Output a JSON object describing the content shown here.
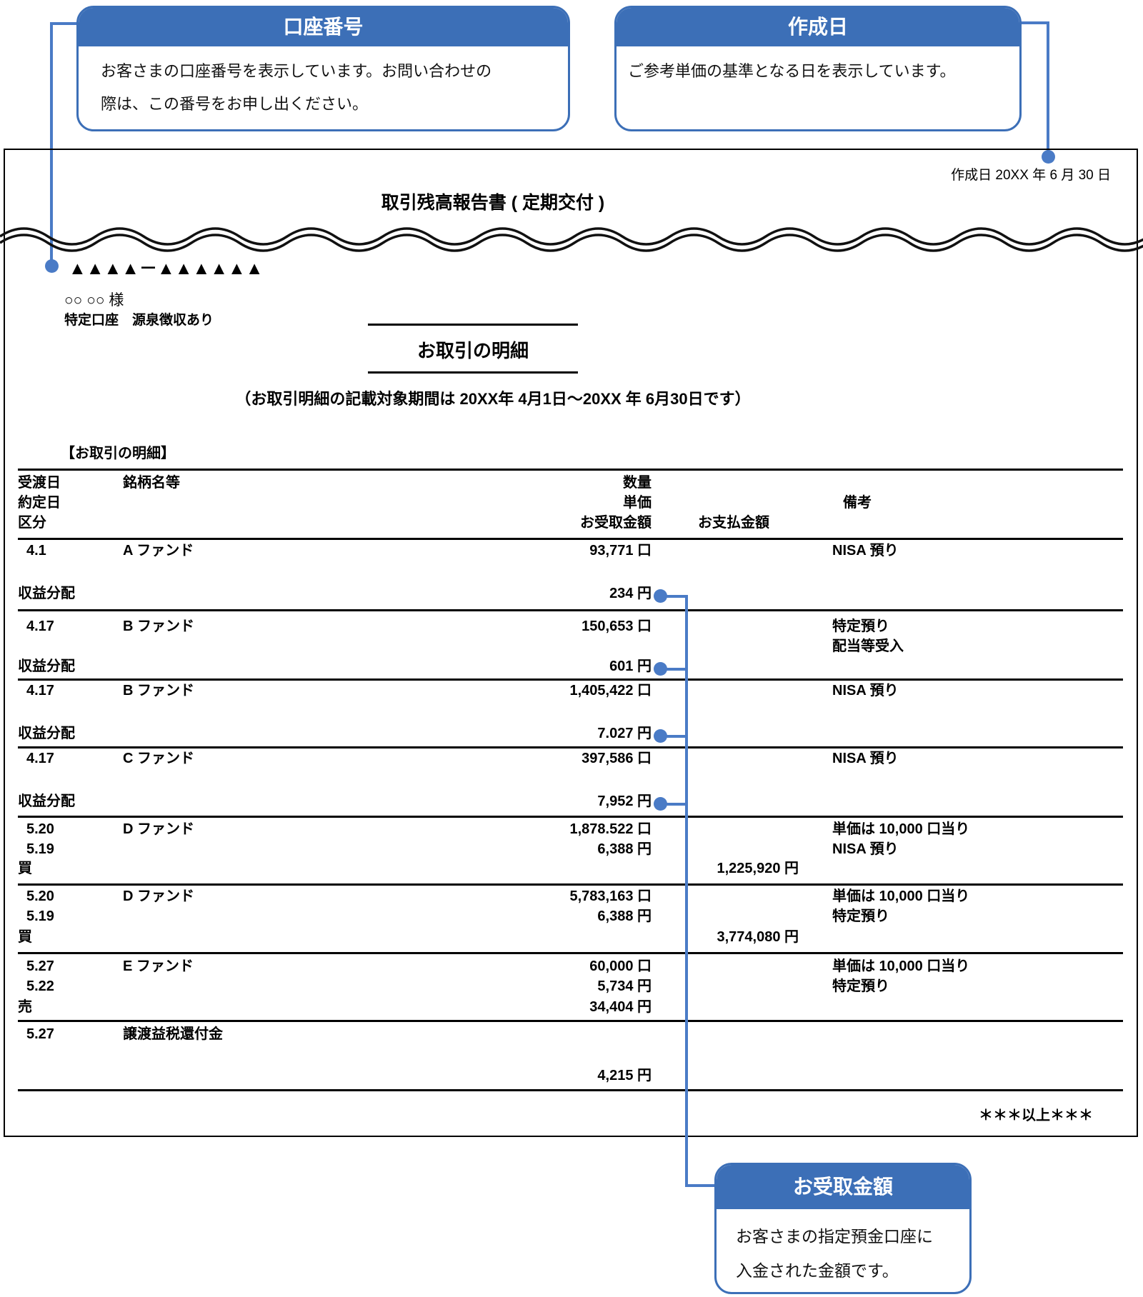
{
  "colors": {
    "accent": "#3C6FB7",
    "connector": "#4A7BC6"
  },
  "callouts": {
    "account_number": {
      "title": "口座番号",
      "body_line1": "お客さまの口座番号を表示しています。お問い合わせの",
      "body_line2": "際は、この番号をお申し出ください。"
    },
    "creation_date": {
      "title": "作成日",
      "body": "ご参考単価の基準となる日を表示しています。"
    },
    "receipt_amount": {
      "title": "お受取金額",
      "body_line1": "お客さまの指定預金口座に",
      "body_line2": "入金された金額です。"
    }
  },
  "document": {
    "creation_date": "作成日 20XX 年 6 月 30 日",
    "title": "取引残高報告書 ( 定期交付 )",
    "account_number": "▲▲▲▲－▲▲▲▲▲▲",
    "customer_name": "○○ ○○ 様",
    "account_type": "特定口座　源泉徴収あり",
    "section_title": "お取引の明細",
    "period_note": "（お取引明細の記載対象期間は 20XX年 4月1日～20XX 年 6月30日です）",
    "table_label": "【お取引の明細】",
    "footer": "＊＊＊以上＊＊＊"
  },
  "table": {
    "header": {
      "col1_line1": "受渡日",
      "col1_line2": "約定日",
      "col1_line3": "区分",
      "col2": "銘柄名等",
      "col3_line1": "数量",
      "col3_line2": "単価",
      "col3_line3": "お受取金額",
      "col4": "お支払金額",
      "col5": "備考"
    },
    "rows": [
      {
        "date1": "4.1",
        "name": "A ファンド",
        "qty1": "93,771 口",
        "note1": "NISA 預り",
        "kubun": "収益分配",
        "qty3": "234 円"
      },
      {
        "date1": "4.17",
        "name": "B ファンド",
        "qty1": "150,653 口",
        "note1": "特定預り",
        "note2": "配当等受入",
        "kubun": "収益分配",
        "qty3": "601 円"
      },
      {
        "date1": "4.17",
        "name": "B ファンド",
        "qty1": "1,405,422 口",
        "note1": "NISA 預り",
        "kubun": "収益分配",
        "qty3": "7.027 円"
      },
      {
        "date1": "4.17",
        "name": "C ファンド",
        "qty1": "397,586 口",
        "note1": "NISA 預り",
        "kubun": "収益分配",
        "qty3": "7,952 円"
      },
      {
        "date1": "5.20",
        "name": "D ファンド",
        "qty1": "1,878.522 口",
        "note1": "単価は 10,000 口当り",
        "date2": "5.19",
        "qty2": "6,388 円",
        "note2": "NISA 預り",
        "kubun": "買",
        "pay3": "1,225,920 円"
      },
      {
        "date1": "5.20",
        "name": "D ファンド",
        "qty1": "5,783,163 口",
        "note1": "単価は 10,000 口当り",
        "date2": "5.19",
        "qty2": "6,388 円",
        "note2": "特定預り",
        "kubun": "買",
        "pay3": "3,774,080 円"
      },
      {
        "date1": "5.27",
        "name": "E ファンド",
        "qty1": "60,000 口",
        "note1": "単価は 10,000 口当り",
        "date2": "5.22",
        "qty2": "5,734 円",
        "note2": "特定預り",
        "kubun": "売",
        "qty3": "34,404 円"
      },
      {
        "date1": "5.27",
        "name": "譲渡益税還付金",
        "qty3": "4,215 円"
      }
    ]
  }
}
